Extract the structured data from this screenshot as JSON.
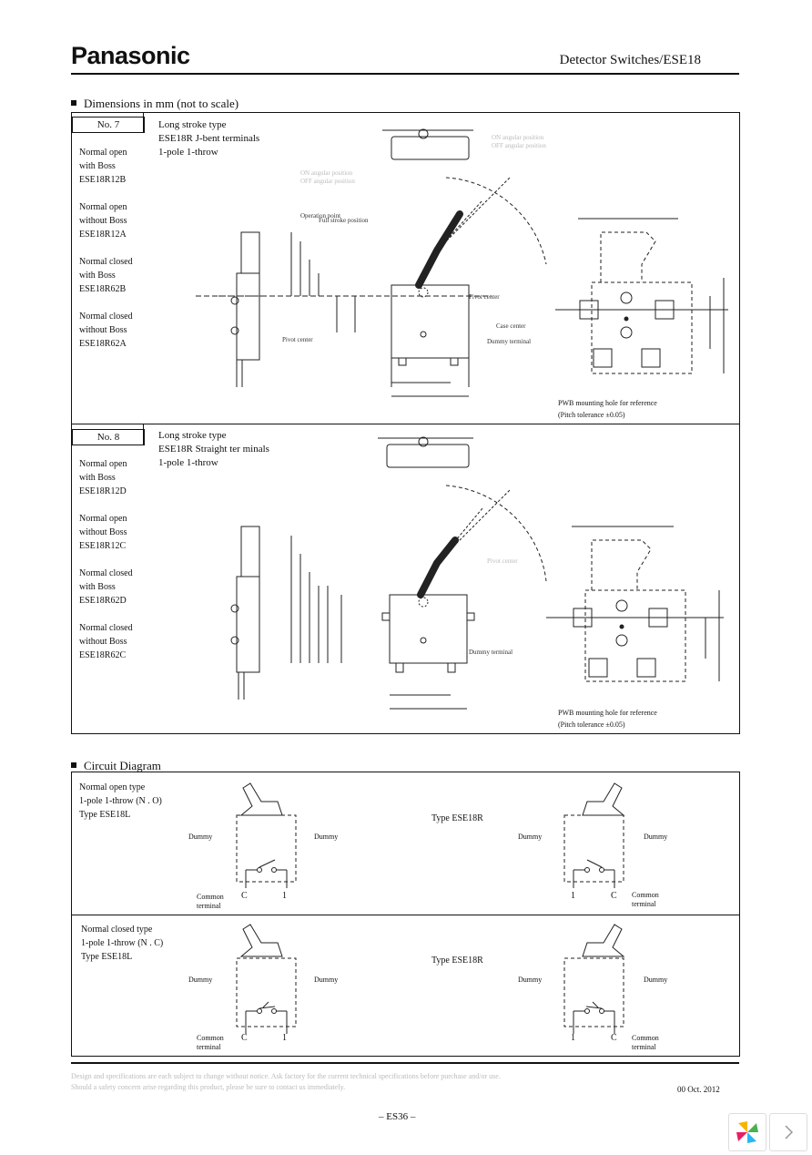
{
  "header": {
    "brand": "Panasonic",
    "title": "Detector Switches/ESE18"
  },
  "dimensions": {
    "section_title": "Dimensions in mm (not to scale)",
    "no7": {
      "tag": "No. 7",
      "desc": [
        "Long stroke type",
        "ESE18R    J-bent terminals",
        "1-pole 1-throw"
      ],
      "models": [
        [
          "Normal open",
          "with Boss",
          "ESE18R12B"
        ],
        [
          "Normal open",
          "without Boss",
          "ESE18R12A"
        ],
        [
          "Normal closed",
          "with Boss",
          "ESE18R62B"
        ],
        [
          "Normal closed",
          "without Boss",
          "ESE18R62A"
        ]
      ],
      "labels": {
        "operation_point": "Operation point",
        "full_stroke": "Full stroke position",
        "pivot_center": "Pivot center",
        "case_center": "Case center",
        "dummy_terminal": "Dummy terminal",
        "off_angle": "OFF angular position",
        "on_angle": "ON angular position"
      },
      "pwb_note": [
        "PWB mounting hole for reference",
        "(Pitch tolerance ±0.05)"
      ]
    },
    "no8": {
      "tag": "No. 8",
      "desc": [
        "Long stroke type",
        "ESE18R    Straight ter minals",
        "1-pole 1-throw"
      ],
      "models": [
        [
          "Normal open",
          "with Boss",
          "ESE18R12D"
        ],
        [
          "Normal open",
          "without Boss",
          "ESE18R12C"
        ],
        [
          "Normal closed",
          "with Boss",
          "ESE18R62D"
        ],
        [
          "Normal closed",
          "without Boss",
          "ESE18R62C"
        ]
      ],
      "labels": {
        "dummy_terminal": "Dummy terminal",
        "pivot_center": "Pivot center"
      },
      "pwb_note": [
        "PWB mounting hole for reference",
        "(Pitch tolerance ±0.05)"
      ]
    }
  },
  "circuit": {
    "section_title": "Circuit Diagram",
    "no_type": [
      "Normal open type",
      "1-pole 1-throw (N . O)",
      "Type ESE18L"
    ],
    "nc_type": [
      "Normal closed type",
      "1-pole 1-throw (N . C)",
      "Type ESE18L"
    ],
    "type_r": "Type ESE18R",
    "dummy": "Dummy",
    "common": [
      "Common",
      "terminal"
    ],
    "pin_c": "C",
    "pin_1": "1"
  },
  "footer": {
    "disclaimer": [
      "Design and specifications are each subject to change without notice. Ask factory for the current technical specifications before purchase and/or use.",
      "Should a safety concern arise regarding this product, please be sure to contact us immediately."
    ],
    "date_code": "00    Oct. 2012",
    "page": "– ES36 –"
  }
}
